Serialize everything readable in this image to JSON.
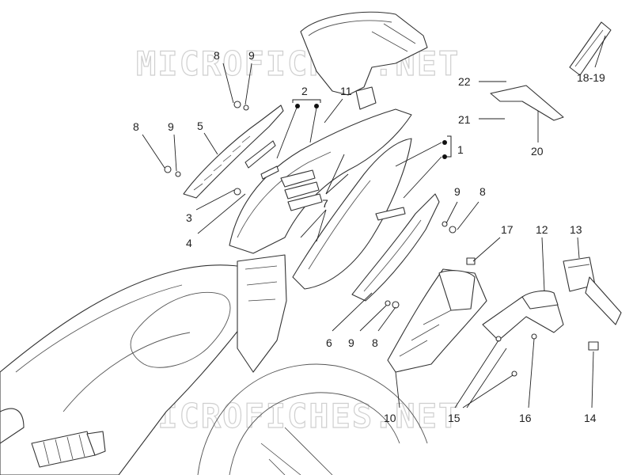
{
  "watermark": "MICROFICHES.NET",
  "callouts": {
    "c1": "1",
    "c2": "2",
    "c3": "3",
    "c4": "4",
    "c5": "5",
    "c6": "6",
    "c7": "7",
    "c8a": "8",
    "c8b": "8",
    "c8c": "8",
    "c8d": "8",
    "c9a": "9",
    "c9b": "9",
    "c9c": "9",
    "c9d": "9",
    "c10": "10",
    "c11": "11",
    "c12": "12",
    "c13": "13",
    "c14": "14",
    "c15": "15",
    "c16": "16",
    "c17": "17",
    "c18_19": "18-19",
    "c20": "20",
    "c21": "21",
    "c22": "22"
  }
}
